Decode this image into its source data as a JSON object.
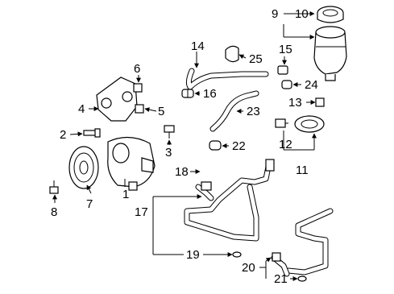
{
  "callouts": {
    "c1": "1",
    "c2": "2",
    "c3": "3",
    "c4": "4",
    "c5": "5",
    "c6": "6",
    "c7": "7",
    "c8": "8",
    "c9": "9",
    "c10": "10",
    "c11": "11",
    "c12": "12",
    "c13": "13",
    "c14": "14",
    "c15": "15",
    "c16": "16",
    "c17": "17",
    "c18": "18",
    "c19": "19",
    "c20": "20",
    "c21": "21",
    "c22": "22",
    "c23": "23",
    "c24": "24",
    "c25": "25"
  }
}
